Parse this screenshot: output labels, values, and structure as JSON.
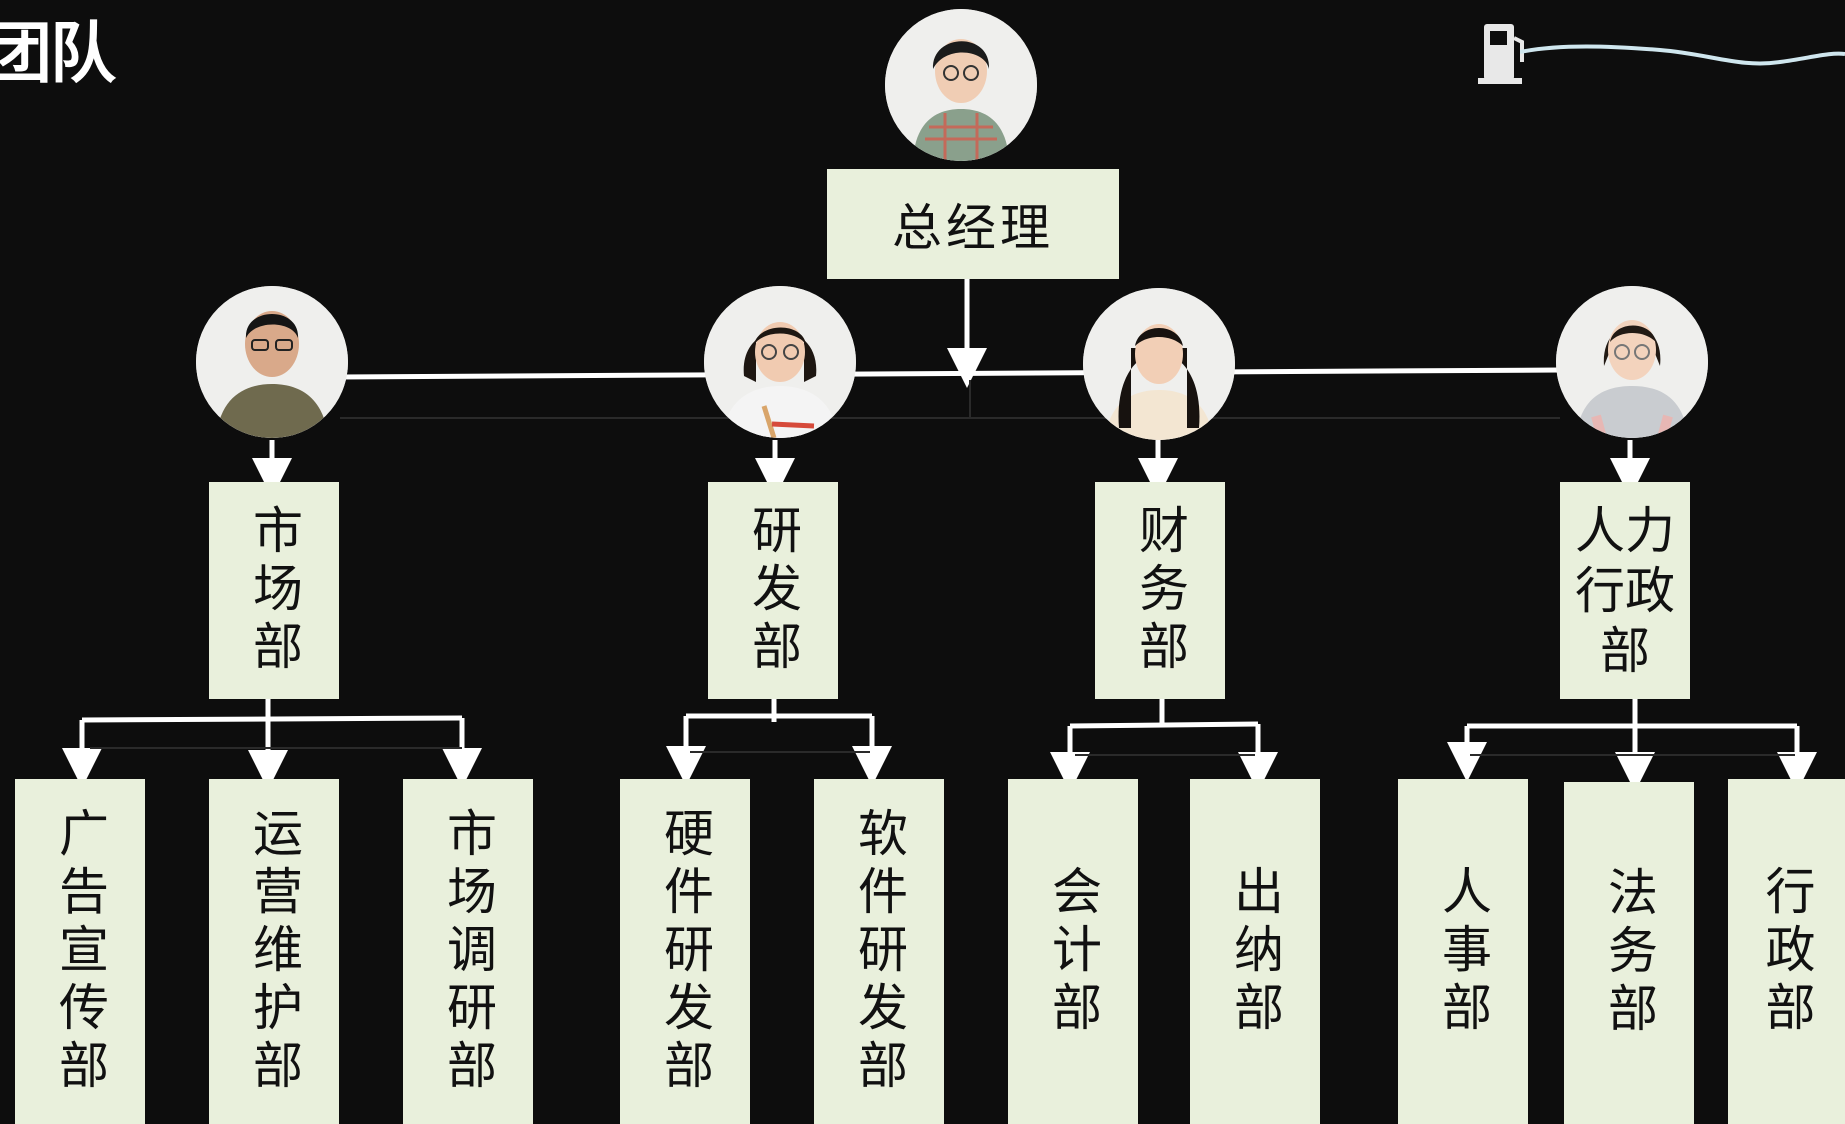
{
  "title": "团队",
  "general_manager": {
    "label": "总经理"
  },
  "departments": [
    {
      "label": "市场部",
      "subs": [
        "广告宣传部",
        "运营维护部",
        "市场调研部"
      ]
    },
    {
      "label": "研发部",
      "subs": [
        "硬件研发部",
        "软件研发部"
      ]
    },
    {
      "label": "财务部",
      "subs": [
        "会计部",
        "出纳部"
      ]
    },
    {
      "label": "人力行政部",
      "subs": [
        "人事部",
        "法务部",
        "行政部"
      ]
    }
  ],
  "colors": {
    "background": "#0d0d0d",
    "box_fill": "#e9f0dc",
    "line": "#ffffff"
  },
  "icons": [
    "fuel-pump-icon",
    "wave-line-decoration"
  ]
}
